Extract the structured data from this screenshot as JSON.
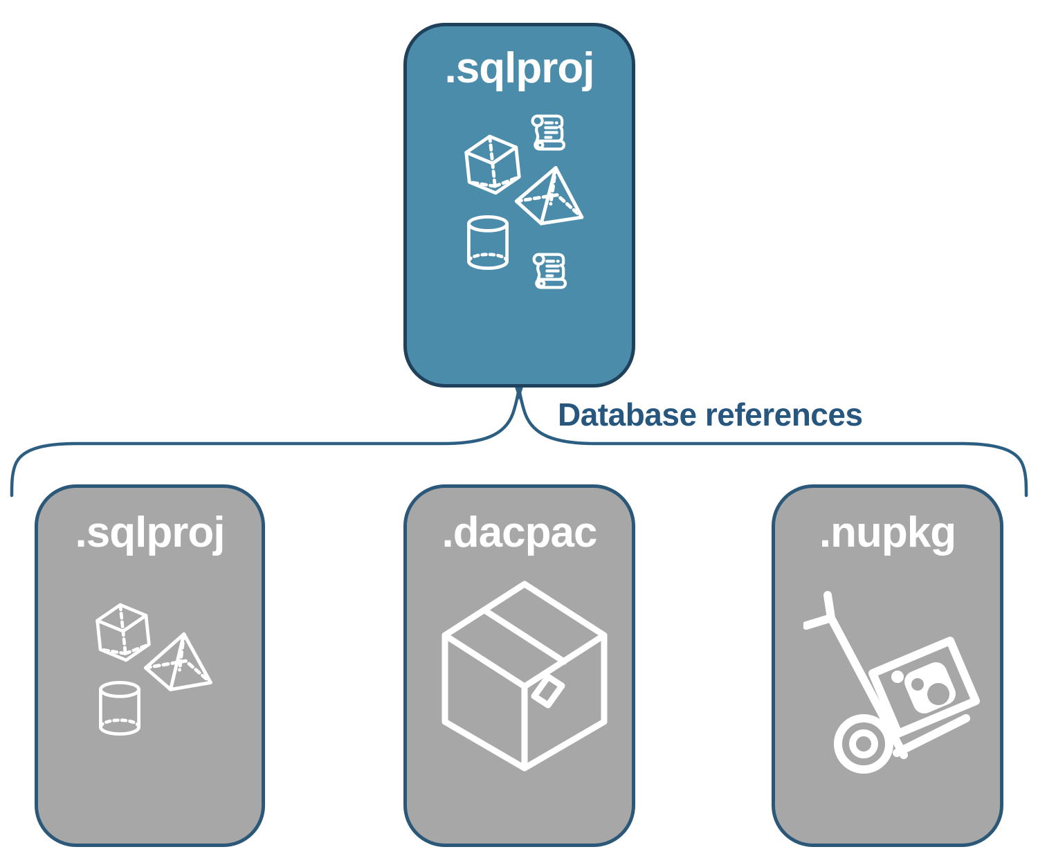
{
  "root": {
    "label": ".sqlproj"
  },
  "connector": {
    "label": "Database references"
  },
  "children": [
    {
      "label": ".sqlproj"
    },
    {
      "label": ".dacpac"
    },
    {
      "label": ".nupkg"
    }
  ],
  "icons": {
    "root": [
      "cube-icon",
      "scroll-icon",
      "pyramid-icon",
      "cylinder-icon",
      "scroll-icon"
    ],
    "child_sqlproj": [
      "cube-icon",
      "pyramid-icon",
      "cylinder-icon"
    ],
    "child_dacpac": [
      "package-box-icon"
    ],
    "child_nupkg": [
      "hand-truck-icon"
    ]
  },
  "colors": {
    "root_fill": "#4B8CAB",
    "root_border": "#20415C",
    "child_fill": "#A7A7A7",
    "child_border": "#2B5878",
    "connector_line": "#2C5E82",
    "connector_label_text": "#27567E",
    "icon_stroke": "#FFFFFF",
    "background": "#FFFFFF"
  }
}
